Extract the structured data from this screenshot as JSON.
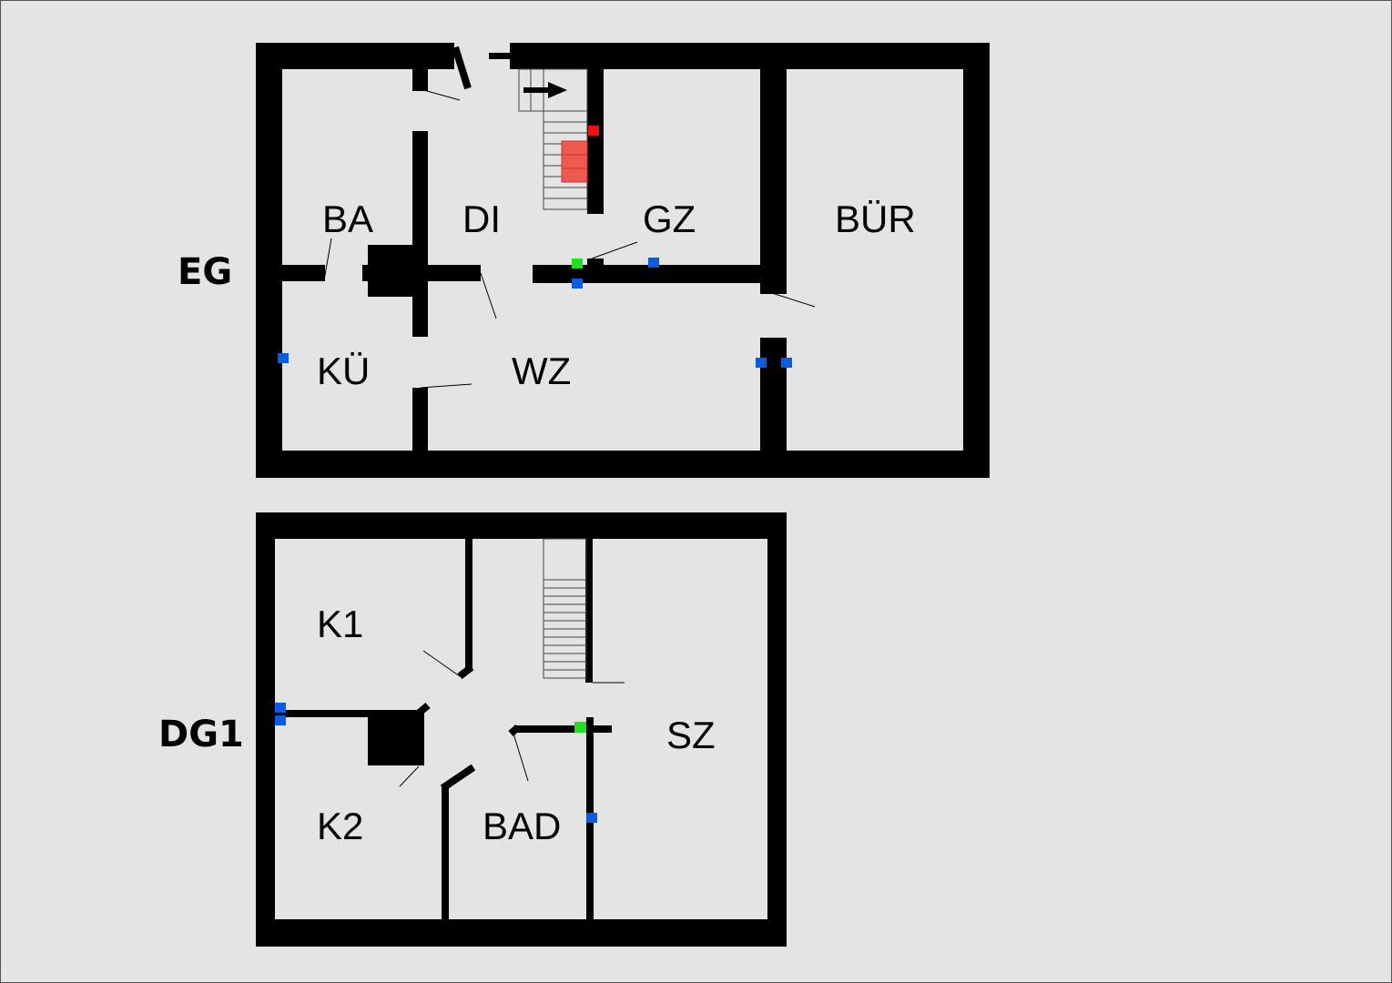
{
  "floors": [
    {
      "label": "EG"
    },
    {
      "label": "DG1"
    }
  ],
  "rooms_eg": {
    "ba": "BA",
    "di": "DI",
    "gz": "GZ",
    "bur": "BÜR",
    "ku": "KÜ",
    "wz": "WZ"
  },
  "rooms_dg1": {
    "k1": "K1",
    "k2": "K2",
    "bad": "BAD",
    "sz": "SZ"
  },
  "colors": {
    "background": "#e4e4e4",
    "wall": "#000000",
    "sensor_blue": "#0a5ce0",
    "sensor_green": "#22e022",
    "sensor_red": "#ee1111",
    "stove": "#ef5a50"
  },
  "markers": {
    "blue": "sensor_blue",
    "green": "sensor_green",
    "red": "sensor_red"
  }
}
